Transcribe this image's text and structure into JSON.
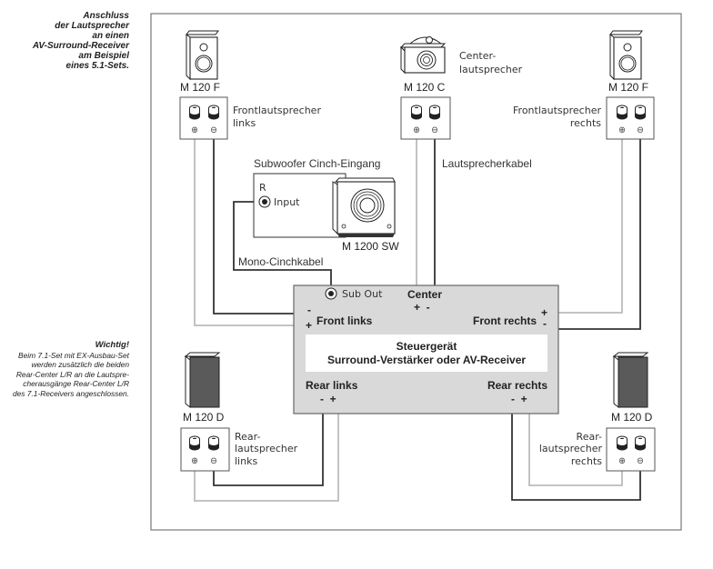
{
  "side_title": {
    "lines": [
      "Anschluss",
      "der Lautsprecher",
      "an einen",
      "AV-Surround-Receiver",
      "am Beispiel",
      "eines 5.1-Sets."
    ]
  },
  "side_hint": {
    "heading": "Wichtig!",
    "lines": [
      "Beim 7.1-Set mit EX-Ausbau-Set",
      "werden zusätzlich die beiden",
      "Rear-Center L/R an die Lautspre-",
      "cherausgänge Rear-Center L/R",
      "des 7.1-Receivers angeschlossen."
    ]
  },
  "speakers": {
    "front_left": {
      "model": "M 120 F",
      "label_lines": [
        "Frontlautsprecher",
        "links"
      ]
    },
    "center": {
      "model": "M 120 C",
      "label_lines": [
        "Center-",
        "lautsprecher"
      ]
    },
    "front_right": {
      "model": "M 120 F",
      "label_lines": [
        "Frontlautsprecher",
        "rechts"
      ]
    },
    "rear_left": {
      "model": "M 120 D",
      "label_lines": [
        "Rear-",
        "lautsprecher",
        "links"
      ]
    },
    "rear_right": {
      "model": "M 120 D",
      "label_lines": [
        "Rear-",
        "lautsprecher",
        "rechts"
      ]
    }
  },
  "terminal_symbols": {
    "plus": "⊕",
    "minus": "⊖"
  },
  "subwoofer": {
    "model": "M 1200 SW",
    "input_box_title": "Subwoofer Cinch-Eingang",
    "channel": "R",
    "input_label": "Input"
  },
  "cables": {
    "speaker_cable": "Lautsprecherkabel",
    "mono_cinch": "Mono-Cinchkabel"
  },
  "receiver": {
    "sub_out": "Sub Out",
    "center": "Center",
    "center_polarity": "+  -",
    "front_left": "Front links",
    "front_right": "Front rechts",
    "title": "Steuergerät",
    "subtitle": "Surround-Verstärker oder AV-Receiver",
    "rear_left": "Rear links",
    "rear_left_polarity": "-  +",
    "rear_right": "Rear rechts",
    "rear_right_polarity": "-  +",
    "minus": "-",
    "plus": "+"
  },
  "colors": {
    "frame": "#777777",
    "receiver_fill": "#d9d9d9",
    "wire_dark": "#333333",
    "wire_light": "#bbbbbb",
    "rear_speaker_front": "#5a5a5a"
  }
}
